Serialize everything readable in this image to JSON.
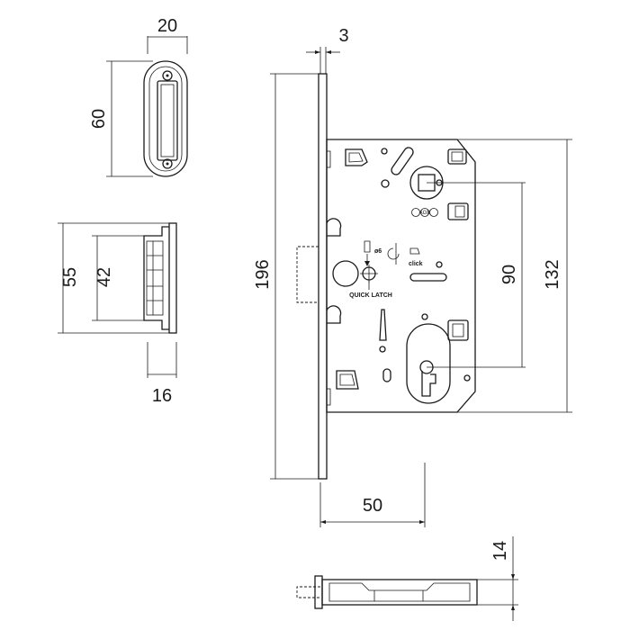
{
  "diagram": {
    "dimensions": {
      "strike_width": "20",
      "strike_height": "60",
      "keeper_height_outer": "55",
      "keeper_height_inner": "42",
      "keeper_depth": "16",
      "faceplate_thickness": "3",
      "lock_height": "196",
      "hole_spacing": "90",
      "case_height": "132",
      "backset": "50",
      "case_thickness": "14"
    },
    "labels": {
      "brand_badge": "AGB",
      "spindle_size": "ø6",
      "click_label": "click",
      "quick_latch_label": "QUICK LATCH"
    }
  }
}
